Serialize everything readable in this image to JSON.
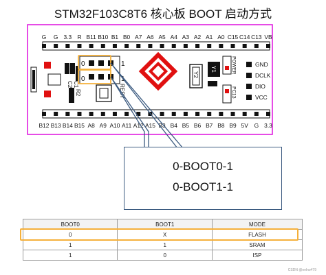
{
  "title": "STM32F103C8T6 核心板 BOOT 启动方式",
  "top_pins": [
    "G",
    "G",
    "3.3",
    "R",
    "B11",
    "B10",
    "B1",
    "B0",
    "A7",
    "A6",
    "A5",
    "A4",
    "A3",
    "A2",
    "A1",
    "A0",
    "C15",
    "C14",
    "C13",
    "VB"
  ],
  "bottom_pins": [
    "B12",
    "B13",
    "B14",
    "B15",
    "A8",
    "A9",
    "A10",
    "A11",
    "A12",
    "A15",
    "B3",
    "B4",
    "B5",
    "B6",
    "B7",
    "B8",
    "B9",
    "5V",
    "G",
    "3.3"
  ],
  "side_labels": [
    "GND",
    "DCLK",
    "DIO",
    "VCC"
  ],
  "vertical_labels": {
    "power": "POWER",
    "pc13": "PC13",
    "reset": "REST",
    "y1": "Y1",
    "y2": "Y2",
    "r1": "R1",
    "r2": "R2",
    "c1": "C1",
    "c2": "C2"
  },
  "jumper_labels": {
    "top_0": "0",
    "top_1": "1",
    "bottom_0": "0",
    "bottom_1": "1"
  },
  "callout": [
    "0-BOOT0-1",
    "0-BOOT1-1"
  ],
  "table": {
    "headers": [
      "BOOT0",
      "BOOT1",
      "MODE"
    ],
    "rows": [
      [
        "0",
        "X",
        "FLASH"
      ],
      [
        "1",
        "1",
        "SRAM"
      ],
      [
        "1",
        "0",
        "ISP"
      ]
    ]
  },
  "watermark": "CSDN @nelno479",
  "colors": {
    "board_border": "#e020e0",
    "highlight": "#f5b03a",
    "arrow": "#3b5a80",
    "red_component": "#e01010",
    "pin_black": "#111111"
  }
}
